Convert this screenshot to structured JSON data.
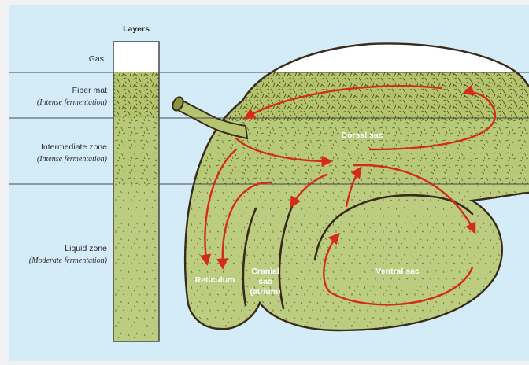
{
  "diagram": {
    "colors": {
      "background": "#d3ecf7",
      "rumen_fill": "#b9c97a",
      "fiber_strands": "#5a6620",
      "outline": "#3a2a1a",
      "flow_arrows": "#d32c1a",
      "gas": "#ffffff"
    },
    "column_title": "Layers",
    "layers": [
      {
        "name": "Gas",
        "note": ""
      },
      {
        "name": "Fiber mat",
        "note": "(Intense fermentation)"
      },
      {
        "name": "Intermediate zone",
        "note": "(Intense fermentation)"
      },
      {
        "name": "Liquid zone",
        "note": "(Moderate fermentation)"
      }
    ],
    "compartments": {
      "dorsal_sac": "Dorsal sac",
      "ventral_sac": "Ventral sac",
      "reticulum": "Reticulum",
      "cranial_sac_line1": "Cranial",
      "cranial_sac_line2": "sac",
      "cranial_sac_line3": "(atrium)"
    }
  }
}
